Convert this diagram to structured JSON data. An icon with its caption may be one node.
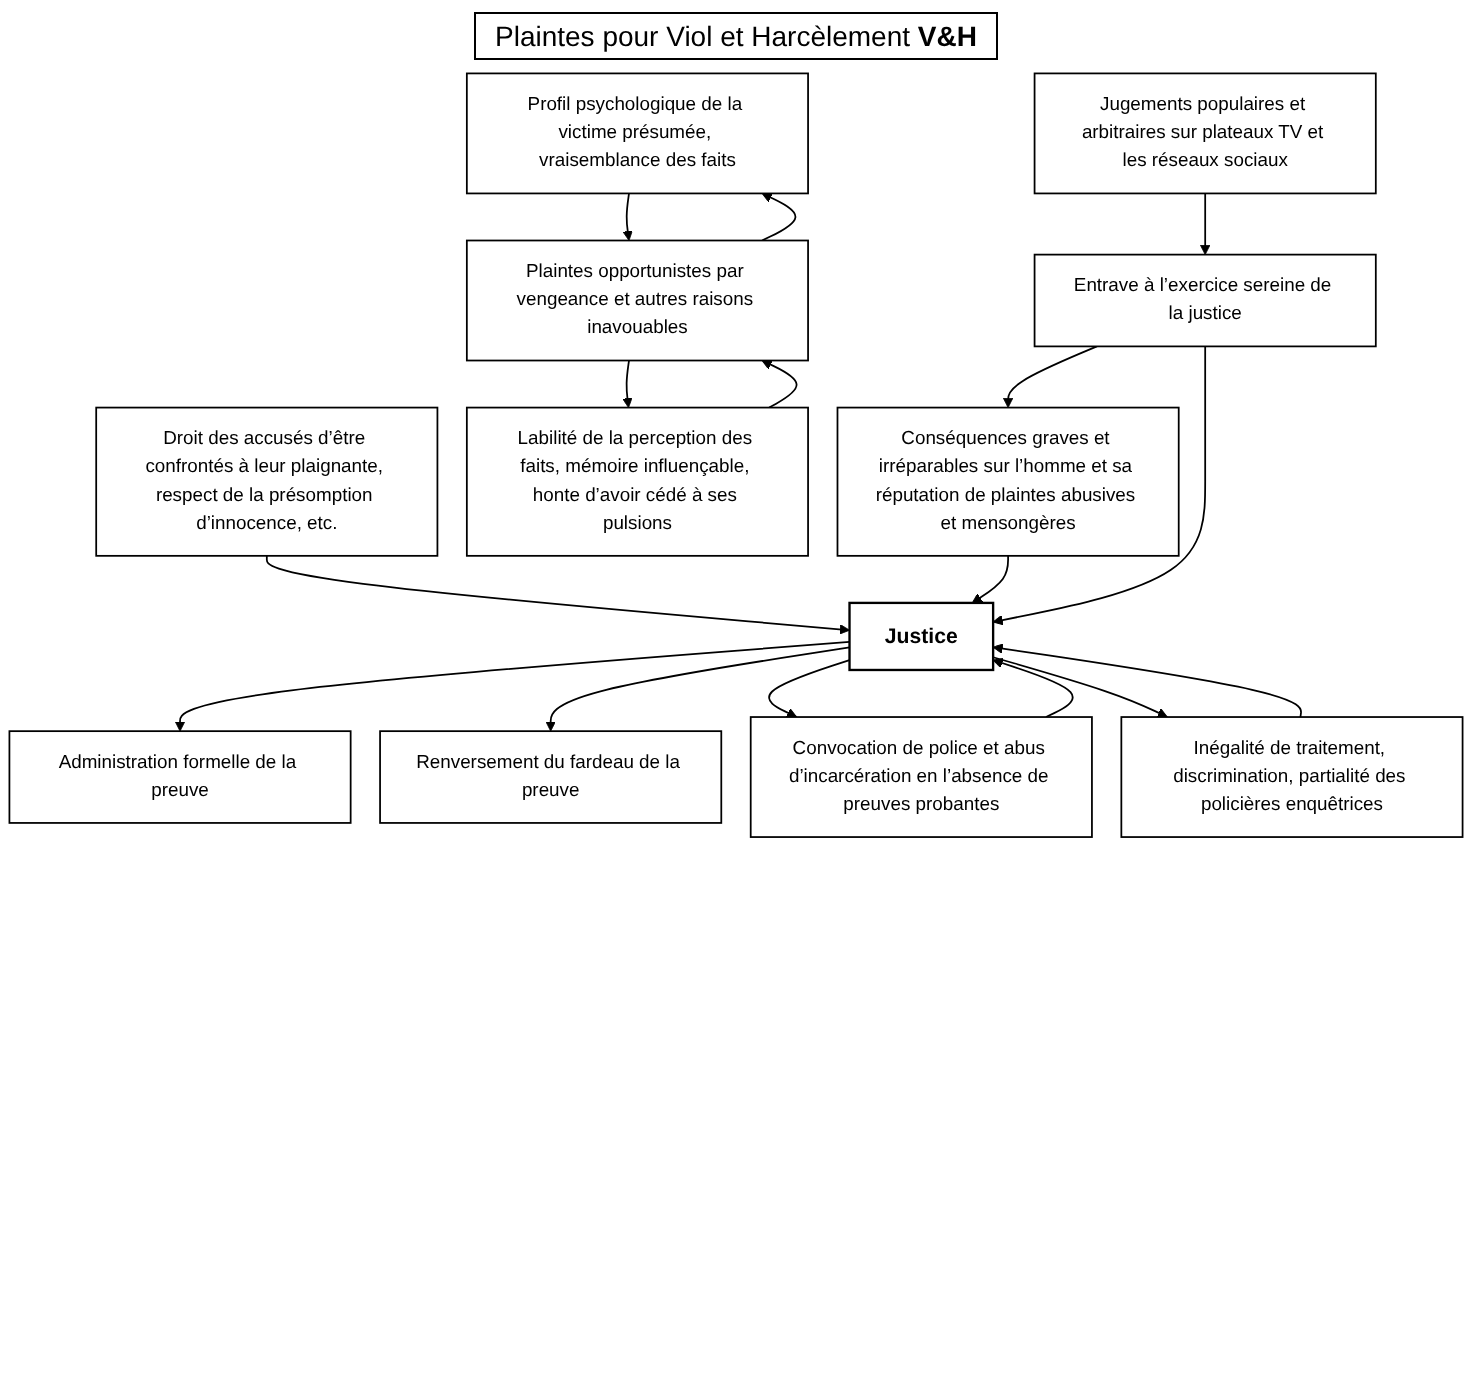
{
  "diagram": {
    "title": "Plaintes pour Viol et Harcèlement **V&H**",
    "nodes": [
      {
        "text": [
          "Droit des accusés d’être confrontés à leur plaignante, respect de la présomption d’innocence, etc."
        ]
      },
      {
        "text": [
          "Administration formelle de la preuve"
        ]
      },
      {
        "text": [
          "Renversement du fardeau de la preuve"
        ]
      },
      {
        "text": [
          "Profil psychologique de la victime présumée, vraisemblance des faits"
        ]
      },
      {
        "text": [
          "Convocation de police et abus d’incarcération en l’absence de preuves probantes"
        ]
      },
      {
        "text": [
          "Justice"
        ]
      },
      {
        "text": [
          "Labilité de la perception des faits, mémoire influençable, honte d’avoir cédé à ses pulsions"
        ]
      },
      {
        "text": [
          "Inégalité de traitement, discrimination, partialité des policières enquêtrices"
        ]
      },
      {
        "text": [
          "Plaintes opportunistes par vengeance et autres raisons inavouables"
        ]
      },
      {
        "text": [
          "Conséquences graves et irréparables sur l’homme et sa réputation de plaintes abusives et mensongères"
        ]
      },
      {
        "text": [
          "Entrave à l’exercice sereine de la justice"
        ]
      },
      {
        "text": [
          "Jugements populaires et arbitraires sur plateaux TV et les réseaux sociaux"
        ]
      }
    ],
    "edges": [
      {
        "from": 0,
        "to": 5,
        "arrow": "to"
      },
      {
        "from": 5,
        "to": 1,
        "arrow": "to"
      },
      {
        "from": 5,
        "to": 2,
        "arrow": "to"
      },
      {
        "from": 5,
        "to": 4,
        "arrow": "to"
      },
      {
        "from": 4,
        "to": 5,
        "arrow": "to"
      },
      {
        "from": 5,
        "to": 7,
        "arrow": "to"
      },
      {
        "from": 7,
        "to": 5,
        "arrow": "to"
      },
      {
        "from": 3,
        "to": 8,
        "arrow": "to"
      },
      {
        "from": 8,
        "to": 3,
        "arrow": "to"
      },
      {
        "from": 6,
        "to": 8,
        "arrow": "to"
      },
      {
        "from": 8,
        "to": 6,
        "arrow": "to"
      },
      {
        "from": 9,
        "to": 5,
        "arrow": "to"
      },
      {
        "from": 10,
        "to": 5,
        "arrow": "to"
      },
      {
        "from": 10,
        "to": 9,
        "arrow": "to"
      },
      {
        "from": 11,
        "to": 10,
        "arrow": "to"
      }
    ]
  }
}
